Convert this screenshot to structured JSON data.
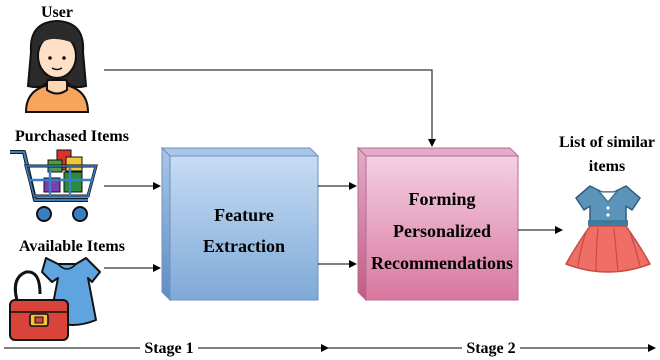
{
  "diagram": {
    "inputs": {
      "user": "User",
      "purchased": "Purchased Items",
      "available": "Available Items"
    },
    "feature_box": {
      "line1": "Feature",
      "line2": "Extraction"
    },
    "recommend_box": {
      "line1": "Forming",
      "line2": "Personalized",
      "line3": "Recommendations"
    },
    "output": {
      "line1": "List of similar",
      "line2": "items"
    },
    "stages": {
      "stage1": "Stage 1",
      "stage2": "Stage 2"
    },
    "icons": [
      "user-icon",
      "shopping-cart-icon",
      "clothing-bag-icon",
      "dress-icon"
    ],
    "colors": {
      "feature_front_top": "#c6dcf3",
      "feature_front_bottom": "#7fa9d8",
      "recommend_front_top": "#f3d0e2",
      "recommend_front_bottom": "#d9779f",
      "arrow": "#000000"
    }
  }
}
